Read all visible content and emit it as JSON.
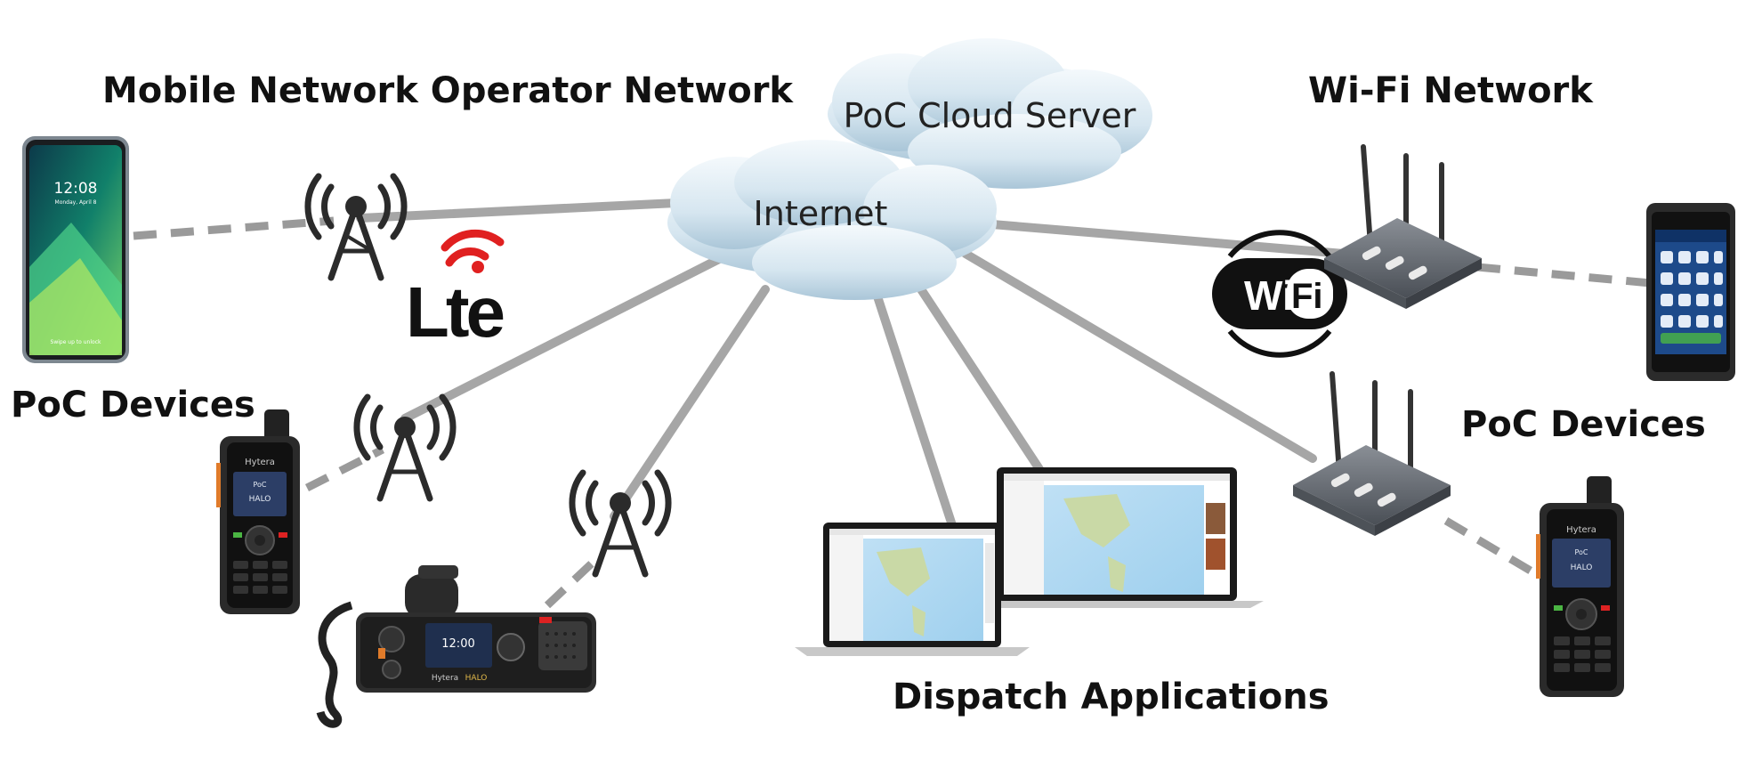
{
  "labels": {
    "mno_network": "Mobile Network Operator Network",
    "wifi_network": "Wi-Fi Network",
    "poc_devices_left": "PoC Devices",
    "poc_devices_right": "PoC Devices",
    "dispatch_applications": "Dispatch Applications",
    "poc_cloud_server": "PoC Cloud Server",
    "internet": "Internet"
  },
  "logos": {
    "lte": "Lte",
    "wifi_wi": "Wi",
    "wifi_fi": "Fi"
  },
  "devices": {
    "phone_time": "12:08",
    "phone_date": "Monday, April 8",
    "phone_unlock": "Swipe up to unlock",
    "radio_brand": "Hytera",
    "radio_screen_text": "PoC",
    "radio_halo": "HALO",
    "mobile_radio_time": "12:00",
    "mobile_radio_brand": "Hytera",
    "mobile_radio_halo": "HALO"
  },
  "colors": {
    "link_solid": "#a6a6a6",
    "link_dashed": "#9a9a9a",
    "lte_red": "#e02020",
    "cloud_fill": "#dbe9f2",
    "text": "#111111"
  }
}
